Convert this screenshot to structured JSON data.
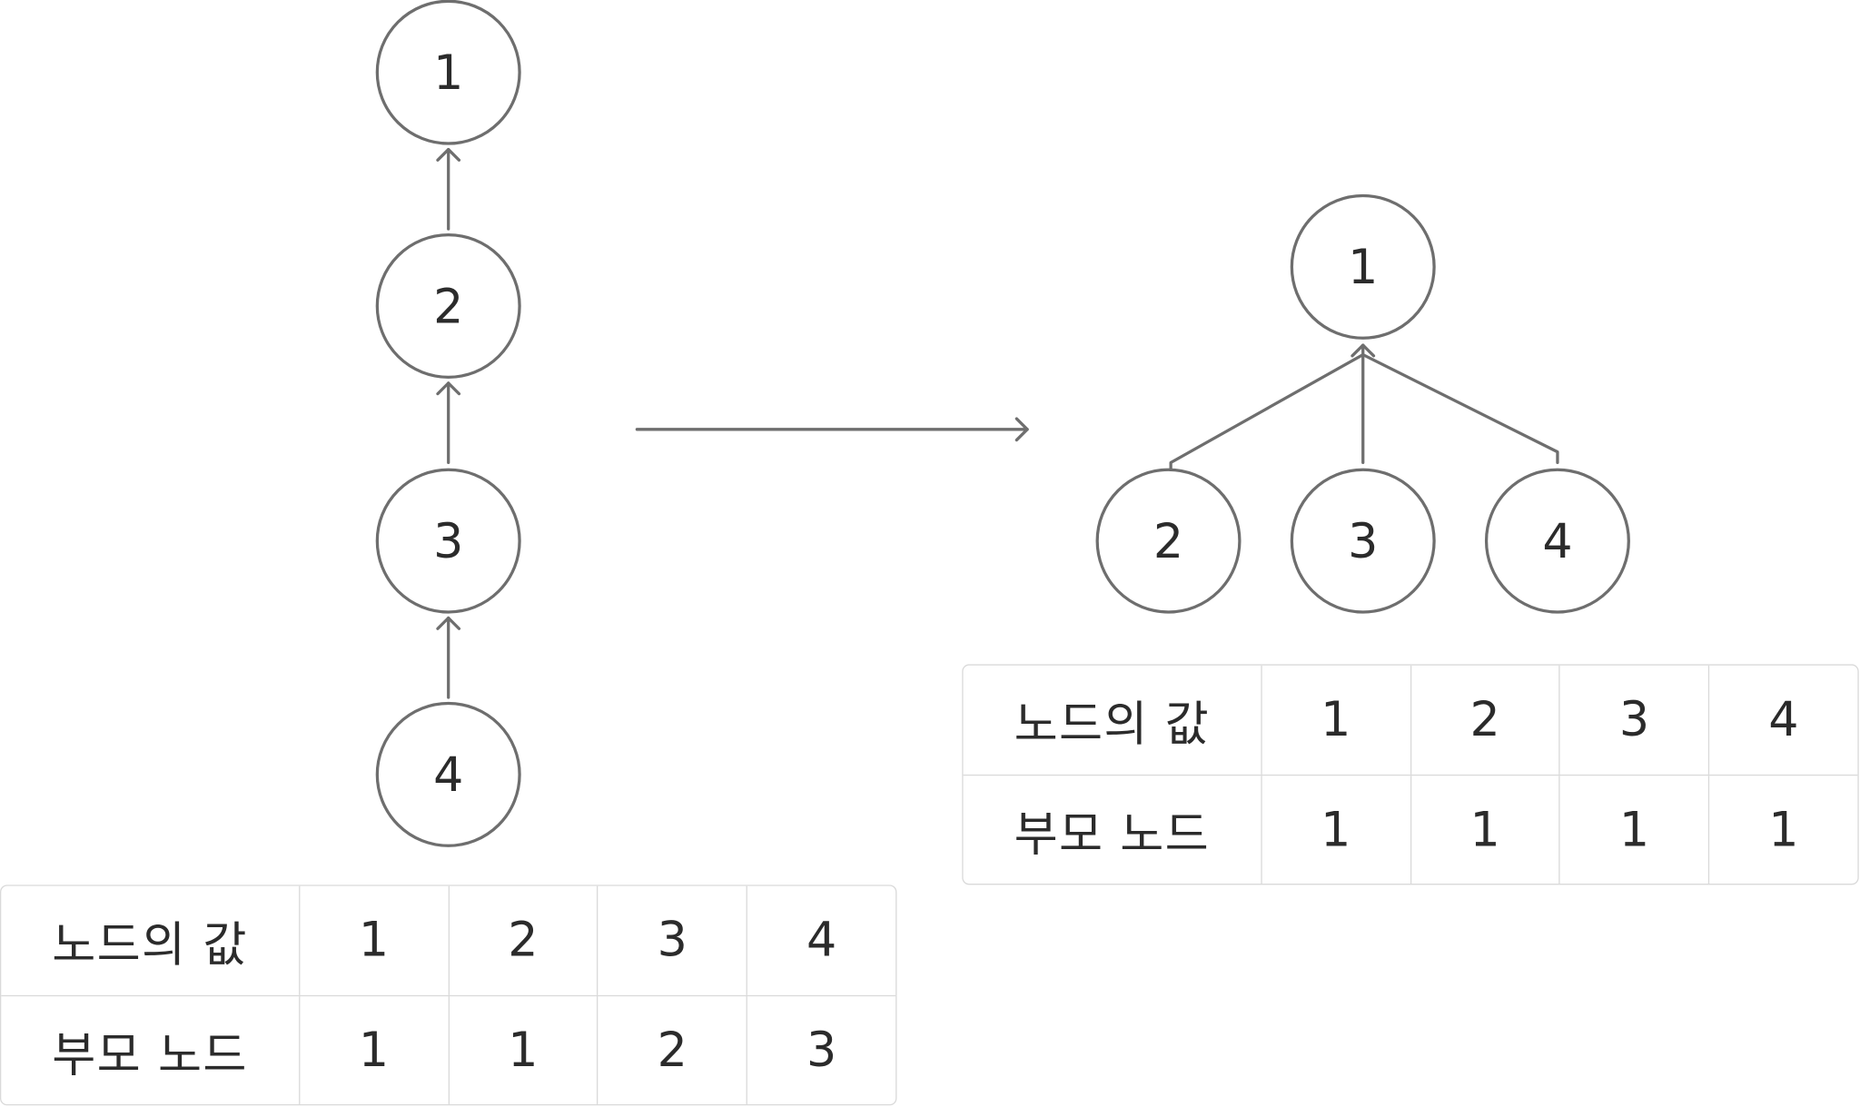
{
  "left_tree": {
    "nodes": [
      {
        "label": "1"
      },
      {
        "label": "2"
      },
      {
        "label": "3"
      },
      {
        "label": "4"
      }
    ]
  },
  "right_tree": {
    "nodes": [
      {
        "label": "1"
      },
      {
        "label": "2"
      },
      {
        "label": "3"
      },
      {
        "label": "4"
      }
    ]
  },
  "left_table": {
    "row1_label": "노드의 값",
    "row1_values": [
      "1",
      "2",
      "3",
      "4"
    ],
    "row2_label": "부모 노드",
    "row2_values": [
      "1",
      "1",
      "2",
      "3"
    ]
  },
  "right_table": {
    "row1_label": "노드의 값",
    "row1_values": [
      "1",
      "2",
      "3",
      "4"
    ],
    "row2_label": "부모 노드",
    "row2_values": [
      "1",
      "1",
      "1",
      "1"
    ]
  },
  "colors": {
    "stroke": "#6e6e6e",
    "text": "#2b2b2b",
    "table_border": "#d9d9d9"
  }
}
